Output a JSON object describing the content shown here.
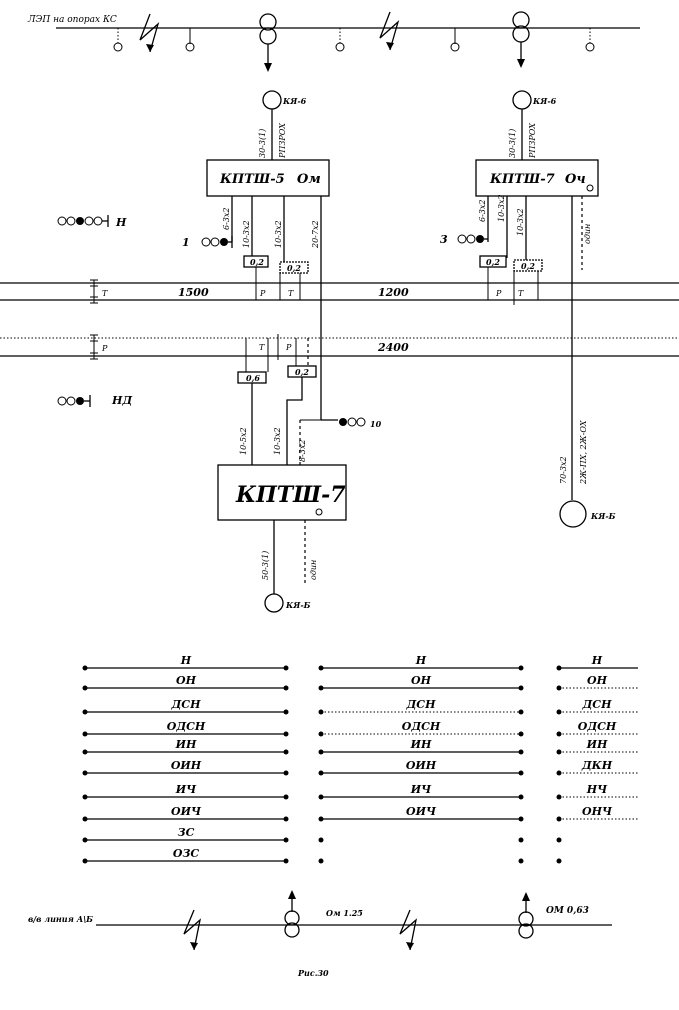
{
  "top_line_label": "ЛЭП на опорах КС",
  "cable_box_1": "КЯ-6",
  "cable_box_2": "КЯ-6",
  "cable_box_3": "КЯ-Б",
  "cable_box_4": "КЯ-Б",
  "cable_1_spec": "30-3(1)",
  "cable_1_type": "РПЗРОХ",
  "cable_2_spec": "30-3(1)",
  "cable_2_type": "РПЗРОХ",
  "kptsh5_name": "КПТШ-5",
  "kptsh5_tag": "Ом",
  "kptsh7a_name": "КПТШ-7",
  "kptsh7a_tag": "Оч",
  "kptsh7b_name": "КПТШ-7",
  "signal_N": "Н",
  "signal_ND": "НД",
  "num_1": "1",
  "num_3": "3",
  "num_10": "10",
  "cab_a": "6-3х2",
  "cab_b": "10-3х2",
  "cab_c": "10-3х2",
  "cab_d": "20-7х2",
  "cab_e": "6-3х2",
  "cab_f": "10-3х2",
  "cab_g": "10-5х2",
  "cab_h": "10-3х2",
  "cab_i": "8-3х2",
  "cab_j": "50-3(1)",
  "cab_k": "70-3х2",
  "cab_k2": "2Ж-ПХ, 2Ж-ОХ",
  "one_wire_1": "один",
  "one_wire_2": "один",
  "imp_1": "0,2",
  "imp_2": "0,2",
  "imp_3": "0,2",
  "imp_4": "0,2",
  "imp_5": "0,6",
  "imp_6": "0,2",
  "track_T": "Т",
  "track_P": "Р",
  "len_1500": "1500",
  "len_1200": "1200",
  "len_2400": "2400",
  "mk_P1": "Р",
  "mk_T1": "Т",
  "mk_P2": "Р",
  "mk_T2": "Т",
  "mk_T3": "Т",
  "mk_P3": "Р",
  "col1": [
    "Н",
    "ОН",
    "ДСН",
    "ОДСН",
    "ИН",
    "ОИН",
    "ИЧ",
    "ОИЧ",
    "ЗС",
    "ОЗС"
  ],
  "col2": [
    "Н",
    "ОН",
    "ДСН",
    "ОДСН",
    "ИН",
    "ОИН",
    "ИЧ",
    "ОИЧ"
  ],
  "col3": [
    "Н",
    "ОН",
    "ДСН",
    "ОДСН",
    "ИН",
    "ДКН",
    "НЧ",
    "ОНЧ"
  ],
  "bottom_line_label": "в/в линия А\\Б",
  "om125": "Ом 1.25",
  "om063": "ОМ 0,63",
  "caption": "Рис.30"
}
